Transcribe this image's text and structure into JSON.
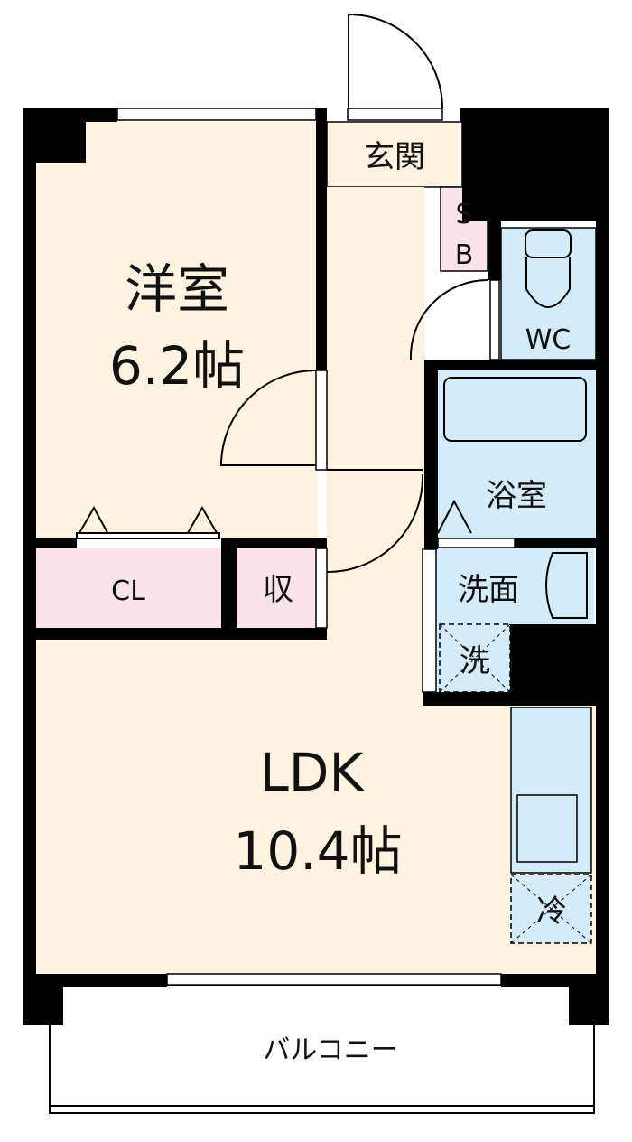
{
  "colors": {
    "room": "#fdf3e0",
    "storage": "#fbe3ec",
    "wet": "#d4ecf9",
    "wall": "#000000"
  },
  "rooms": {
    "western": {
      "name": "洋室",
      "size": "6.2帖"
    },
    "ldk": {
      "name": "LDK",
      "size": "10.4帖"
    },
    "entrance": "玄関",
    "shoe_box": {
      "line1": "S",
      "line2": "B"
    },
    "toilet": "WC",
    "bath": "浴室",
    "washroom": "洗面",
    "washer": "洗",
    "fridge": "冷",
    "closet": "CL",
    "storage": "収",
    "balcony": "バルコニー"
  }
}
